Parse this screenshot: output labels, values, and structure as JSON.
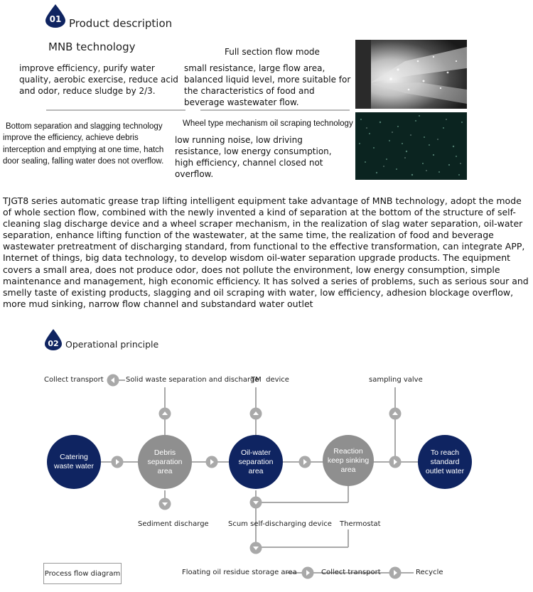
{
  "section1": {
    "number": "01",
    "title": "Product description",
    "mnb_heading": "MNB technology",
    "mnb_text": "improve efficiency, purify water quality, aerobic exercise, reduce acid and odor, reduce sludge by 2/3.",
    "fullsection_heading": "Full section flow mode",
    "fullsection_text": "small resistance, large flow area, balanced liquid level, more suitable for the characteristics of food and beverage wastewater flow.",
    "bottom_heading": "Bottom separation and slagging technology",
    "bottom_text": "improve the efficiency, achieve debris interception and emptying at one time, hatch door sealing, falling water does not overflow.",
    "wheel_heading": "Wheel type mechanism oil scraping technology",
    "wheel_text": "low running noise, low driving resistance, low energy consumption, high efficiency, channel closed not overflow.",
    "body": "TJGT8 series automatic grease trap lifting intelligent equipment take advantage of MNB technology, adopt the mode of whole section flow, combined with the newly invented a kind of separation at the bottom of the structure of self-cleaning slag discharge device and a wheel scraper mechanism, in the realization of slag water separation, oil-water separation, enhance lifting function of the wastewater, at the same time, the realization of food and beverage wastewater pretreatment of discharging standard, from functional to the effective transformation, can integrate APP, Internet of things, big data technology, to develop wisdom oil-water separation upgrade products. The equipment covers a small area, does not produce odor, does not pollute the environment, low energy consumption, simple maintenance and management, high economic efficiency. It has solved a series of problems, such as serious sour and smelly taste of existing products, slagging and oil scraping with water, low efficiency, adhesion blockage overflow, more mud sinking, narrow flow channel and substandard water outlet"
  },
  "section2": {
    "number": "02",
    "title": "Operational principle"
  },
  "diagram": {
    "nodes": {
      "catering": "Catering waste water",
      "debris": "Debris separation area",
      "oilwater": "Oil-water separation area",
      "reaction": "Reaction keep sinking area",
      "standard": "To reach standard outlet water"
    },
    "labels": {
      "collect_transport_top": "Collect transport",
      "solid_waste": "Solid waste separation and discharge",
      "tm_device": "TM  device",
      "sampling_valve": "sampling valve",
      "sediment": "Sediment discharge",
      "scum": "Scum self-discharging device",
      "thermostat": "Thermostat",
      "floating_oil": "Floating oil residue storage area",
      "collect_transport_bottom": "Collect transport",
      "recycle": "Recycle"
    },
    "legend": "Process flow diagram"
  },
  "colors": {
    "navy": "#0f2461",
    "gray": "#8f8f8f",
    "line": "#a9a9a9"
  }
}
